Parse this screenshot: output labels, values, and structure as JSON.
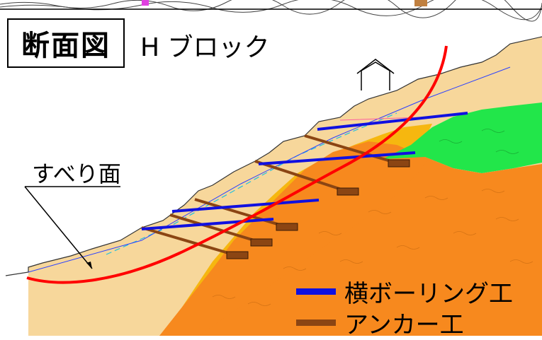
{
  "title": "断面図",
  "block_name": "H ブロック",
  "slip_surface_label": "すべり面",
  "legend": [
    {
      "label": "横ボーリング工",
      "color": "#1010e0"
    },
    {
      "label": "アンカー工",
      "color": "#8b4513"
    }
  ],
  "colors": {
    "surface_soil": "#f7d79b",
    "slip_mass": "#f5b400",
    "bedrock": "#f7891e",
    "green_layer": "#22e64a",
    "slip_line": "#ff0000",
    "boring": "#1010e0",
    "anchor": "#8b4513"
  }
}
